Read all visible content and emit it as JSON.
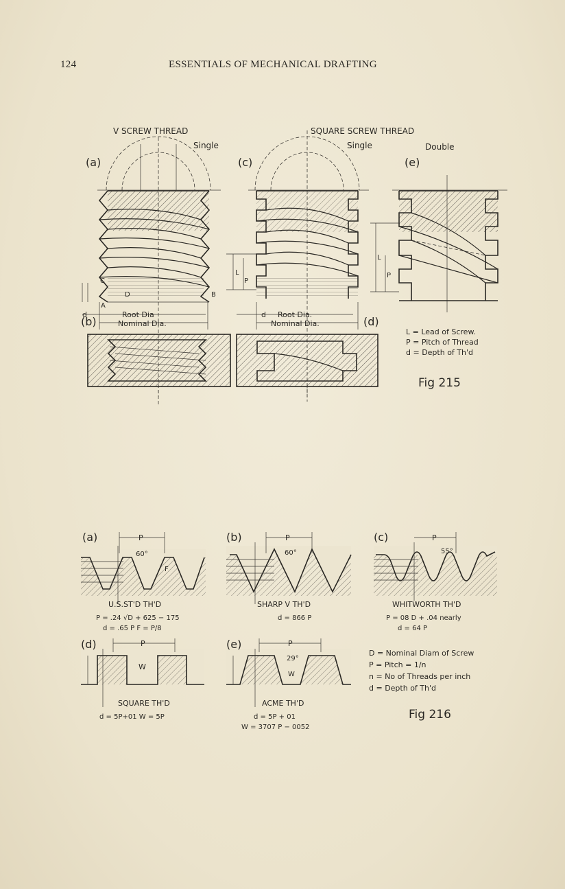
{
  "header": {
    "page_number": "124",
    "running_title": "ESSENTIALS OF MECHANICAL DRAFTING"
  },
  "fig215": {
    "title_v": "V SCREW THREAD",
    "title_sq": "SQUARE SCREW THREAD",
    "label_a": "(a)",
    "label_b": "(b)",
    "label_c": "(c)",
    "label_d": "(d)",
    "label_e": "(e)",
    "single_1": "Single",
    "single_2": "Single",
    "double": "Double",
    "root_dia_1": "Root Dia",
    "nominal_dia_1": "Nominal Dia.",
    "root_dia_2": "Root Dia.",
    "nominal_dia_2": "Nominal Dia.",
    "d_1": "d",
    "d_2": "d",
    "pt_a": "A",
    "pt_b": "B",
    "pt_c": "C",
    "pt_d": "D",
    "dim_L": "L",
    "dim_P": "P",
    "legend": [
      "L = Lead of Screw.",
      "P = Pitch of Thread",
      "d = Depth of Th'd"
    ],
    "caption": "Fig 215"
  },
  "fig216": {
    "a": {
      "label": "(a)",
      "p": "P",
      "angle": "60°",
      "f": "F",
      "name": "U.S.ST'D TH'D",
      "formula1": "P = .24 √D + 625 − 175",
      "formula2": "d = .65 P   F = P/8"
    },
    "b": {
      "label": "(b)",
      "p": "P",
      "angle": "60°",
      "name": "SHARP V TH'D",
      "formula1": "d = 866 P"
    },
    "c": {
      "label": "(c)",
      "p": "P",
      "angle": "55°",
      "name": "WHITWORTH TH'D",
      "formula1": "P = 08 D + .04 nearly",
      "formula2": "d = 64 P"
    },
    "d": {
      "label": "(d)",
      "p": "P",
      "w": "W",
      "name": "SQUARE TH'D",
      "formula1": "d = 5P+01   W = 5P"
    },
    "e": {
      "label": "(e)",
      "p": "P",
      "angle": "29°",
      "w": "W",
      "name": "ACME TH'D",
      "formula1": "d = 5P + 01",
      "formula2": "W = 3707 P − 0052"
    },
    "legend": [
      "D = Nominal  Diam of Screw",
      "P = Pitch = 1/n",
      "n = No of Threads per inch",
      "d = Depth of Th'd"
    ],
    "caption": "Fig 216"
  },
  "colors": {
    "paper": "#ece5d0",
    "ink": "#2a2824"
  }
}
